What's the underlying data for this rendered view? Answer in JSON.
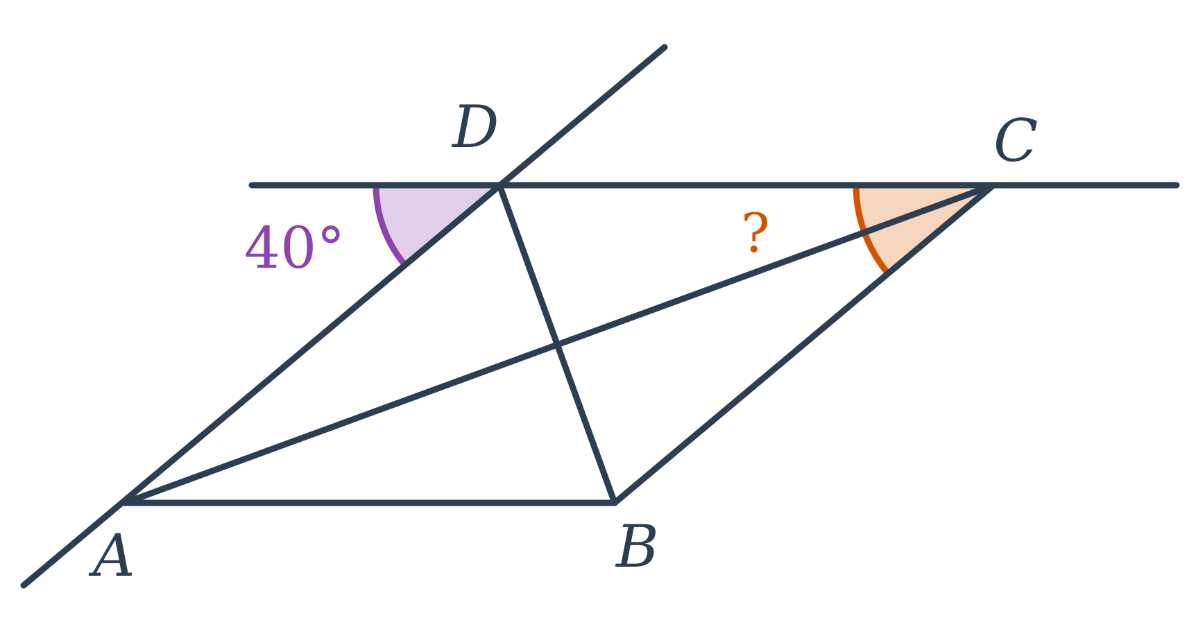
{
  "points": {
    "A": "A",
    "B": "B",
    "C": "C",
    "D": "D"
  },
  "angles": {
    "known": "40°",
    "unknown": "?"
  },
  "colors": {
    "line": "#2c3e50",
    "known_angle_stroke": "#8e44ad",
    "known_angle_fill": "#e2d0ea",
    "unknown_angle_stroke": "#d35400",
    "unknown_angle_fill": "#f5d6bf"
  }
}
